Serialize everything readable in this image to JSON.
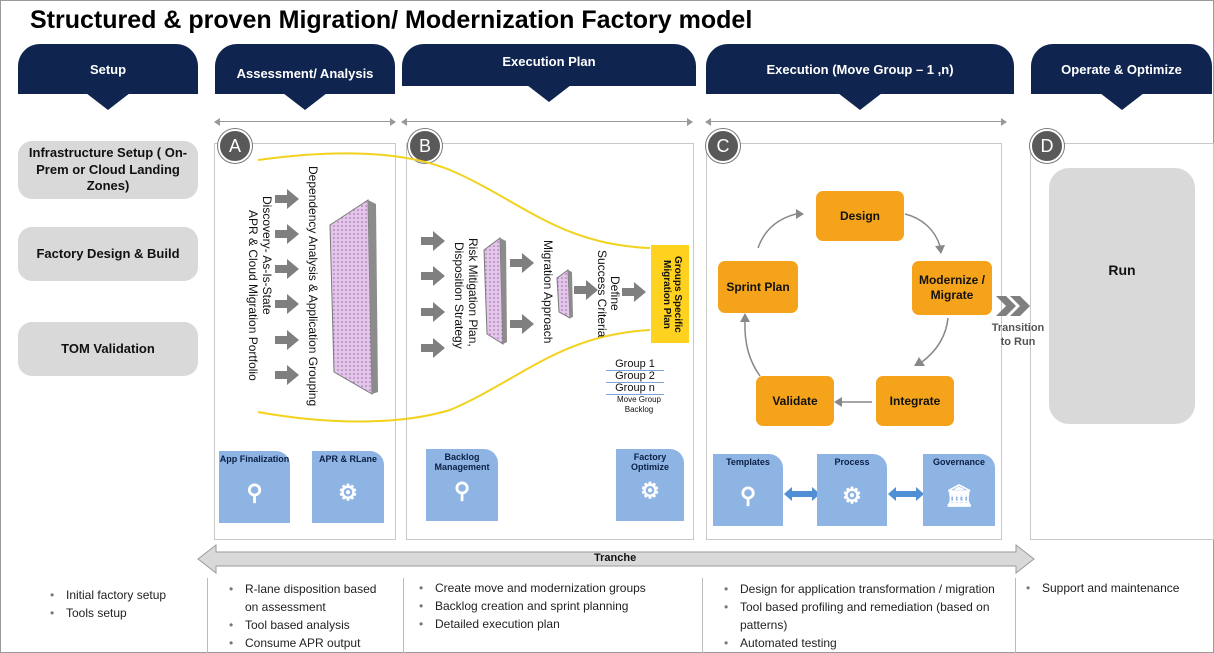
{
  "title": "Structured & proven Migration/ Modernization Factory model",
  "phases": [
    {
      "label": "Setup"
    },
    {
      "label": "Assessment/ Analysis"
    },
    {
      "label": "Execution  Plan"
    },
    {
      "label": "Execution (Move Group – 1 ,n)"
    },
    {
      "label": "Operate & Optimize"
    }
  ],
  "markers": [
    "A",
    "B",
    "C",
    "D"
  ],
  "setup_boxes": [
    "Infrastructure Setup ( On-Prem or Cloud Landing Zones)",
    "Factory Design & Build",
    "TOM Validation"
  ],
  "assessment": {
    "vertical_texts": [
      "Dependency Analysis & Application Grouping",
      "Discovery- As-Is-State",
      "APR & Cloud Migration Portfolio"
    ],
    "cards": [
      "App Finalization",
      "APR & RLane"
    ]
  },
  "execution_plan": {
    "vertical_texts": [
      "Risk Mitigation Plan,",
      "Disposition Strategy",
      "Migration Approach",
      "Define",
      "Success Criteria"
    ],
    "migration_plan_label": "Groups Specific Migration Plan",
    "groups": [
      "Group 1",
      "Group 2",
      "Group n"
    ],
    "backlog_label": "Move Group Backlog",
    "cards": [
      "Backlog Management",
      "Factory Optimize"
    ]
  },
  "execution": {
    "cycle": [
      "Design",
      "Modernize / Migrate",
      "Integrate",
      "Validate",
      "Sprint Plan"
    ],
    "transition_label": "Transition to Run",
    "cards": [
      "Templates",
      "Process",
      "Governance"
    ]
  },
  "operate": {
    "run_label": "Run"
  },
  "tranche_label": "Tranche",
  "bullets": {
    "setup": [
      "Initial factory setup",
      "Tools setup"
    ],
    "assessment": [
      "R-lane disposition based on assessment",
      "Tool based analysis",
      "Consume APR output"
    ],
    "execution_plan": [
      "Create move and modernization groups",
      "Backlog creation and sprint planning",
      "Detailed execution plan"
    ],
    "execution": [
      "Design for application transformation / migration",
      "Tool based profiling and remediation (based on patterns)",
      "Automated testing"
    ],
    "operate": [
      "Support and maintenance"
    ]
  },
  "colors": {
    "navy": "#0f2550",
    "orange": "#f5a31a",
    "blue_card": "#8eb4e3",
    "gray_box": "#d9d9d9",
    "yellow_line": "#f2d21c"
  },
  "icons": [
    "person-laptop-icon",
    "gear-icon",
    "building-icon",
    "double-arrow-icon",
    "chevron-right-icon",
    "cycle-arrow-icon"
  ]
}
